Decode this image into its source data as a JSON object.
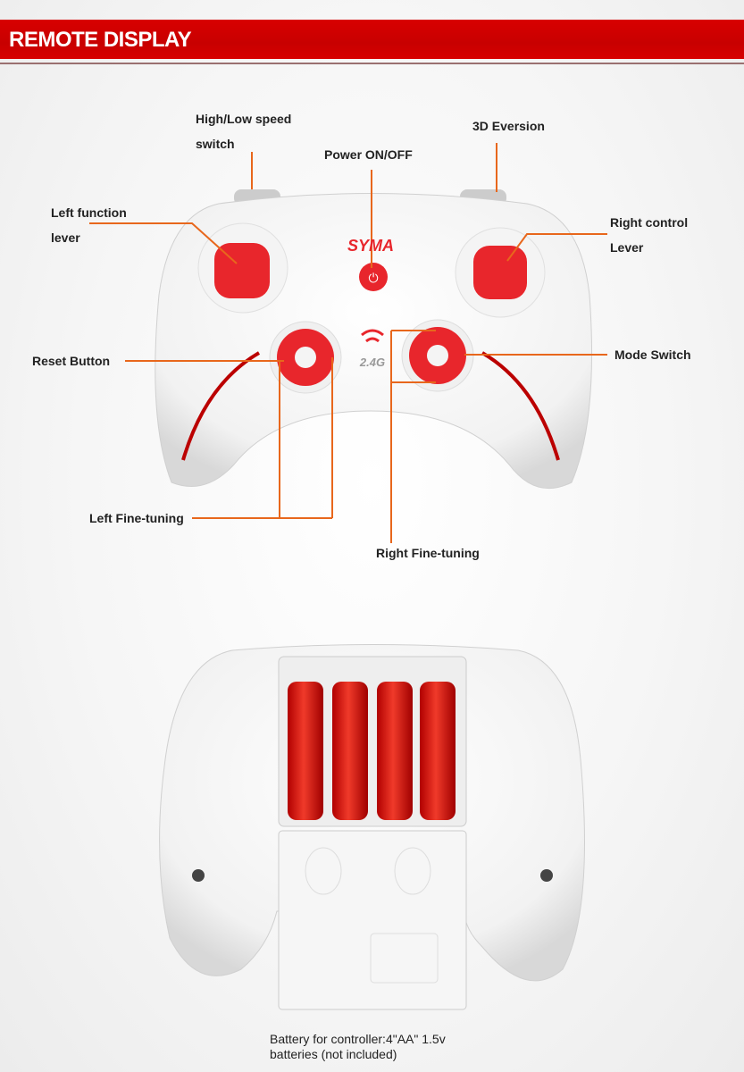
{
  "header": {
    "title": "REMOTE DISPLAY"
  },
  "labels": {
    "high_low_speed_1": "High/Low speed",
    "high_low_speed_2": "switch",
    "eversion_3d": "3D Eversion",
    "power": "Power ON/OFF",
    "left_function_1": "Left function",
    "left_function_2": "lever",
    "right_control_1": "Right control",
    "right_control_2": "Lever",
    "reset_button": "Reset Button",
    "mode_switch": "Mode Switch",
    "left_fine_tuning": "Left Fine-tuning",
    "right_fine_tuning": "Right Fine-tuning"
  },
  "controller": {
    "brand": "SYMA",
    "frequency": "2.4G"
  },
  "caption": {
    "line1": "Battery for controller:4\"AA\" 1.5v",
    "line2": "batteries (not included)"
  },
  "colors": {
    "banner": "#d40000",
    "leader": "#e8671c",
    "accent": "#e3262c"
  }
}
